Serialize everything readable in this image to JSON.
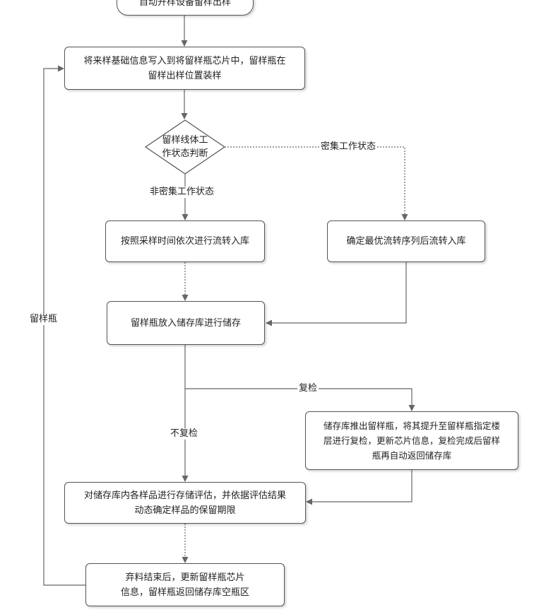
{
  "nodes": {
    "start": "自动开样设备留样出样",
    "write_info": "将来样基础信息写入到将留样瓶芯片中，留样瓶在\n留样出样位置装样",
    "decision": "留样线体工\n作状态判断",
    "time_order": "按照采样时间依次进行流转入库",
    "priority_order": "确定最优流转序列后流转入库",
    "store": "留样瓶放入储存库进行储存",
    "recheck_proc": "储存库推出留样瓶，将其提升至留样瓶指定楼\n层进行复检，更新芯片信息，复检完成后留样\n瓶再自动返回储存库",
    "evaluate": "对储存库内各样品进行存储评估，并依据评估结果\n动态确定样品的保留期限",
    "discard": "弃料结束后，更新留样瓶芯片\n信息，留样瓶返回储存库空瓶区"
  },
  "edge_labels": {
    "dense": "密集工作状态",
    "non_dense": "非密集工作状态",
    "recheck": "复检",
    "no_recheck": "不复检",
    "bottle": "留样瓶"
  },
  "colors": {
    "node_border": "#555555",
    "edge": "#666666"
  }
}
